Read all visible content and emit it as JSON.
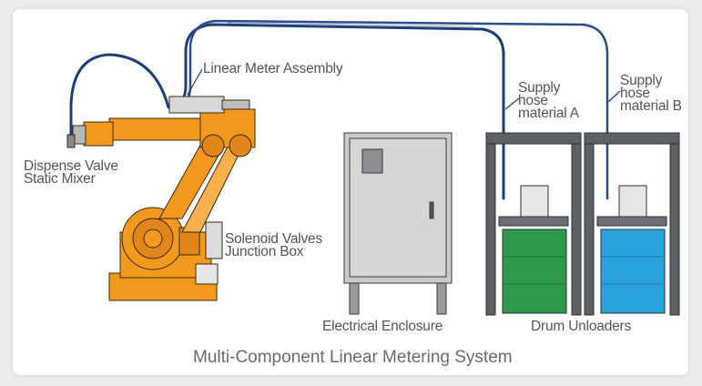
{
  "labels": {
    "linear_meter": "Linear Meter Assembly",
    "supply_a_line1": "Supply",
    "supply_a_line2": "hose",
    "supply_a_line3": "material A",
    "supply_b_line1": "Supply",
    "supply_b_line2": "hose",
    "supply_b_line3": "material B",
    "dispense_valve": "Dispense Valve",
    "static_mixer": "Static Mixer",
    "solenoid_valves": "Solenoid Valves",
    "junction_box": "Junction Box",
    "electrical_enclosure": "Electrical Enclosure",
    "drum_unloaders": "Drum Unloaders"
  },
  "title": "Multi-Component Linear Metering System",
  "colors": {
    "robot": "#f39a1e",
    "hose": "#1f3f7a",
    "drum_a": "#2e9a4a",
    "drum_b": "#2aa3dc",
    "enclosure": "#c9cacc",
    "frame": "#5d6166"
  }
}
